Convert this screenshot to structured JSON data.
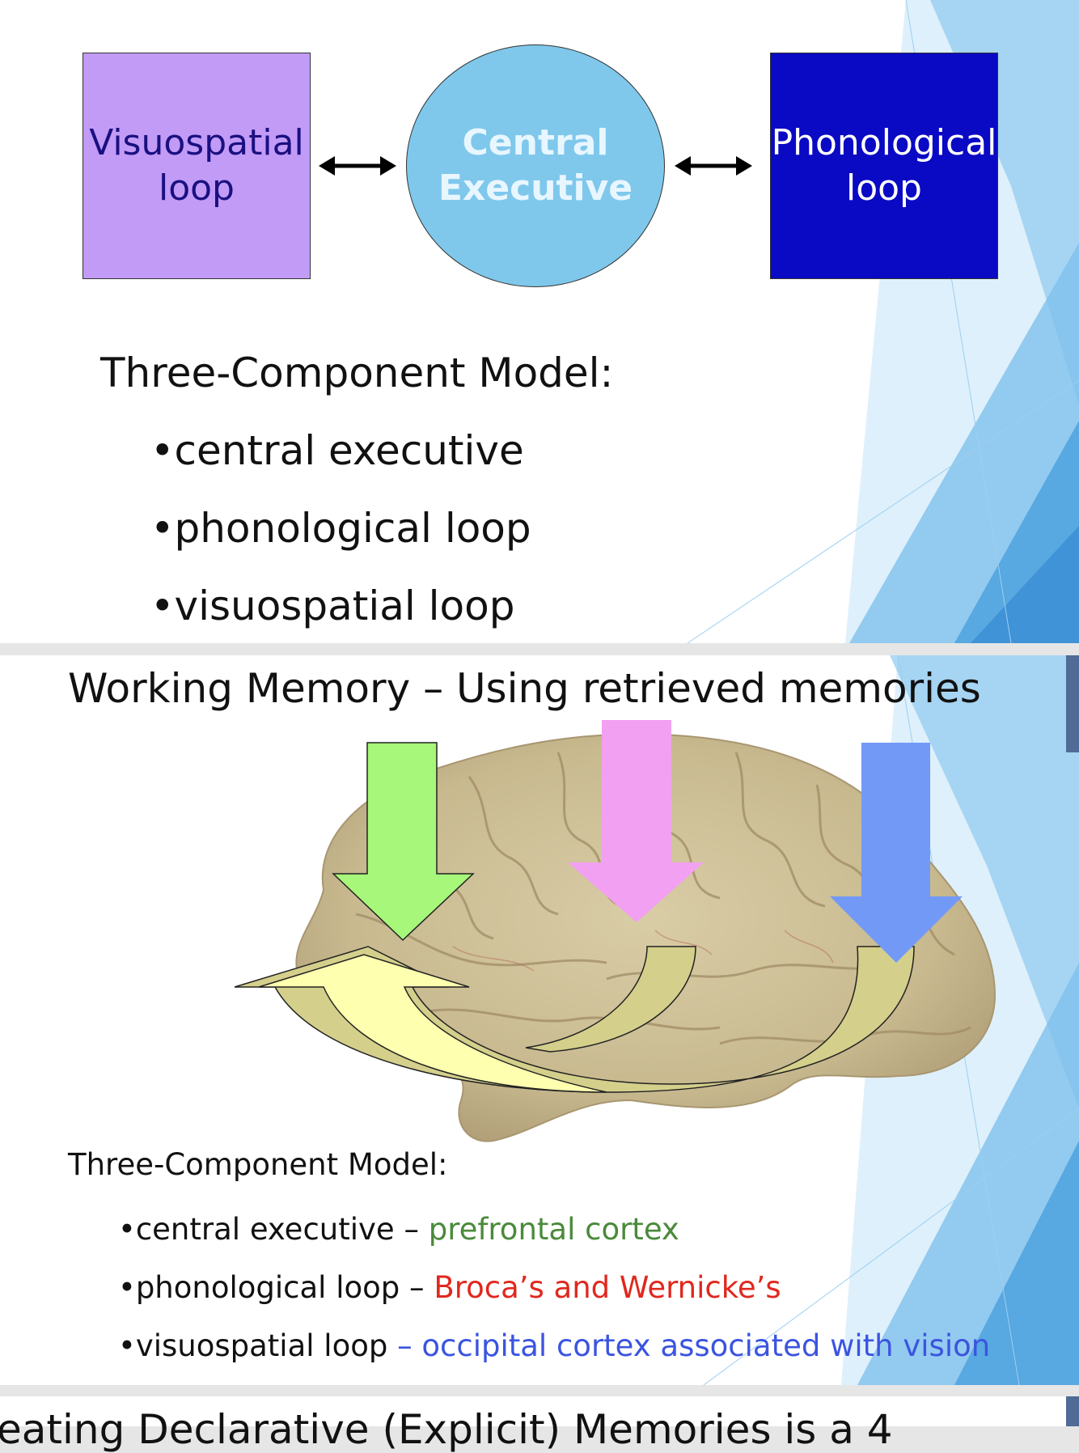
{
  "slide1": {
    "boxes": {
      "visuospatial": "Visuospatial\nloop",
      "central": "Central\nExecutive",
      "phonological": "Phonological\nloop"
    },
    "heading": "Three-Component Model:",
    "bullets": [
      "•central executive",
      "•phonological loop",
      "•visuospatial loop"
    ]
  },
  "slide2": {
    "title": "Working Memory – Using retrieved memories",
    "heading": "Three-Component Model:",
    "bullets": [
      {
        "label": "•central executive",
        "dash": " – ",
        "detail": "prefrontal cortex"
      },
      {
        "label": "•phonological loop",
        "dash": " – ",
        "detail": "Broca’s and Wernicke’s"
      },
      {
        "label": "•visuospatial loop",
        "dash": " – ",
        "detail": "occipital cortex associated with vision"
      }
    ],
    "arrow_colors": {
      "green": "#a6f77a",
      "pink": "#f2a0f2",
      "blue": "#7399f7",
      "curved": "#ffffb0",
      "curved_dark": "#d6d38a"
    }
  },
  "slide3": {
    "title": "eating Declarative (Explicit) Memories is a 4"
  },
  "colors": {
    "visuospatial_box": "#c29bf7",
    "central_circle": "#7fc8ec",
    "phonological_box": "#0a0ac4",
    "decor_blue": "#5aaee2"
  }
}
